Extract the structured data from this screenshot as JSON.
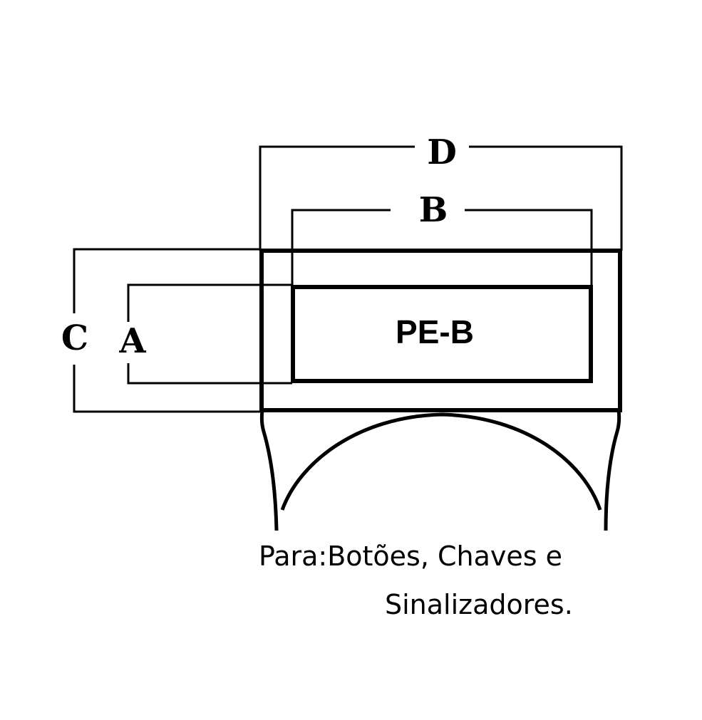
{
  "dimensions": {
    "a": "A",
    "b": "B",
    "c": "C",
    "d": "D"
  },
  "part": {
    "code": "PE-B"
  },
  "caption": {
    "line1": "Para:Botões, Chaves e",
    "line2": "Sinalizadores."
  }
}
